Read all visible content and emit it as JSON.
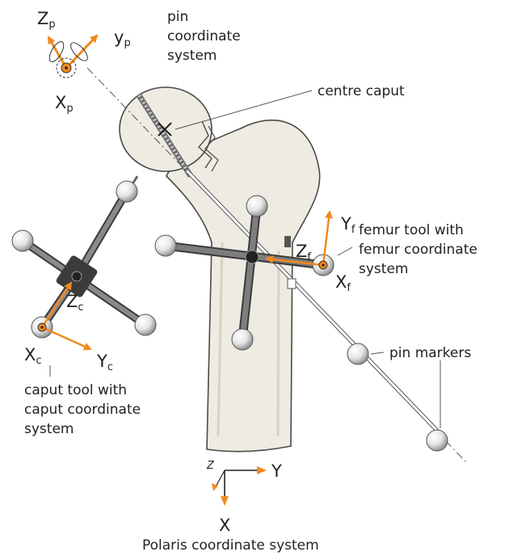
{
  "colors": {
    "accent": "#f08a1e",
    "bone": "#eeebe2",
    "tool": "#777777",
    "tool_dark": "#3b3b3b"
  },
  "labels": {
    "pin_cs": [
      "pin",
      "coordinate",
      "system"
    ],
    "centre": "centre caput",
    "femur_tool": [
      "femur tool with",
      "femur coordinate",
      "system"
    ],
    "pin_markers": "pin markers",
    "caput_tool": [
      "caput tool with",
      "caput coordinate",
      "system"
    ],
    "polaris": "Polaris coordinate system"
  },
  "axes": {
    "pin": {
      "z": "Z",
      "z_sub": "p",
      "y": "y",
      "y_sub": "p",
      "x": "X",
      "x_sub": "p"
    },
    "femur": {
      "y": "Y",
      "y_sub": "f",
      "z": "Z",
      "z_sub": "f",
      "x": "X",
      "x_sub": "f"
    },
    "caput": {
      "z": "Z",
      "z_sub": "c",
      "x": "X",
      "x_sub": "c",
      "y": "Y",
      "y_sub": "c"
    },
    "polaris": {
      "y": "Y",
      "x": "X",
      "z": "Z"
    }
  }
}
